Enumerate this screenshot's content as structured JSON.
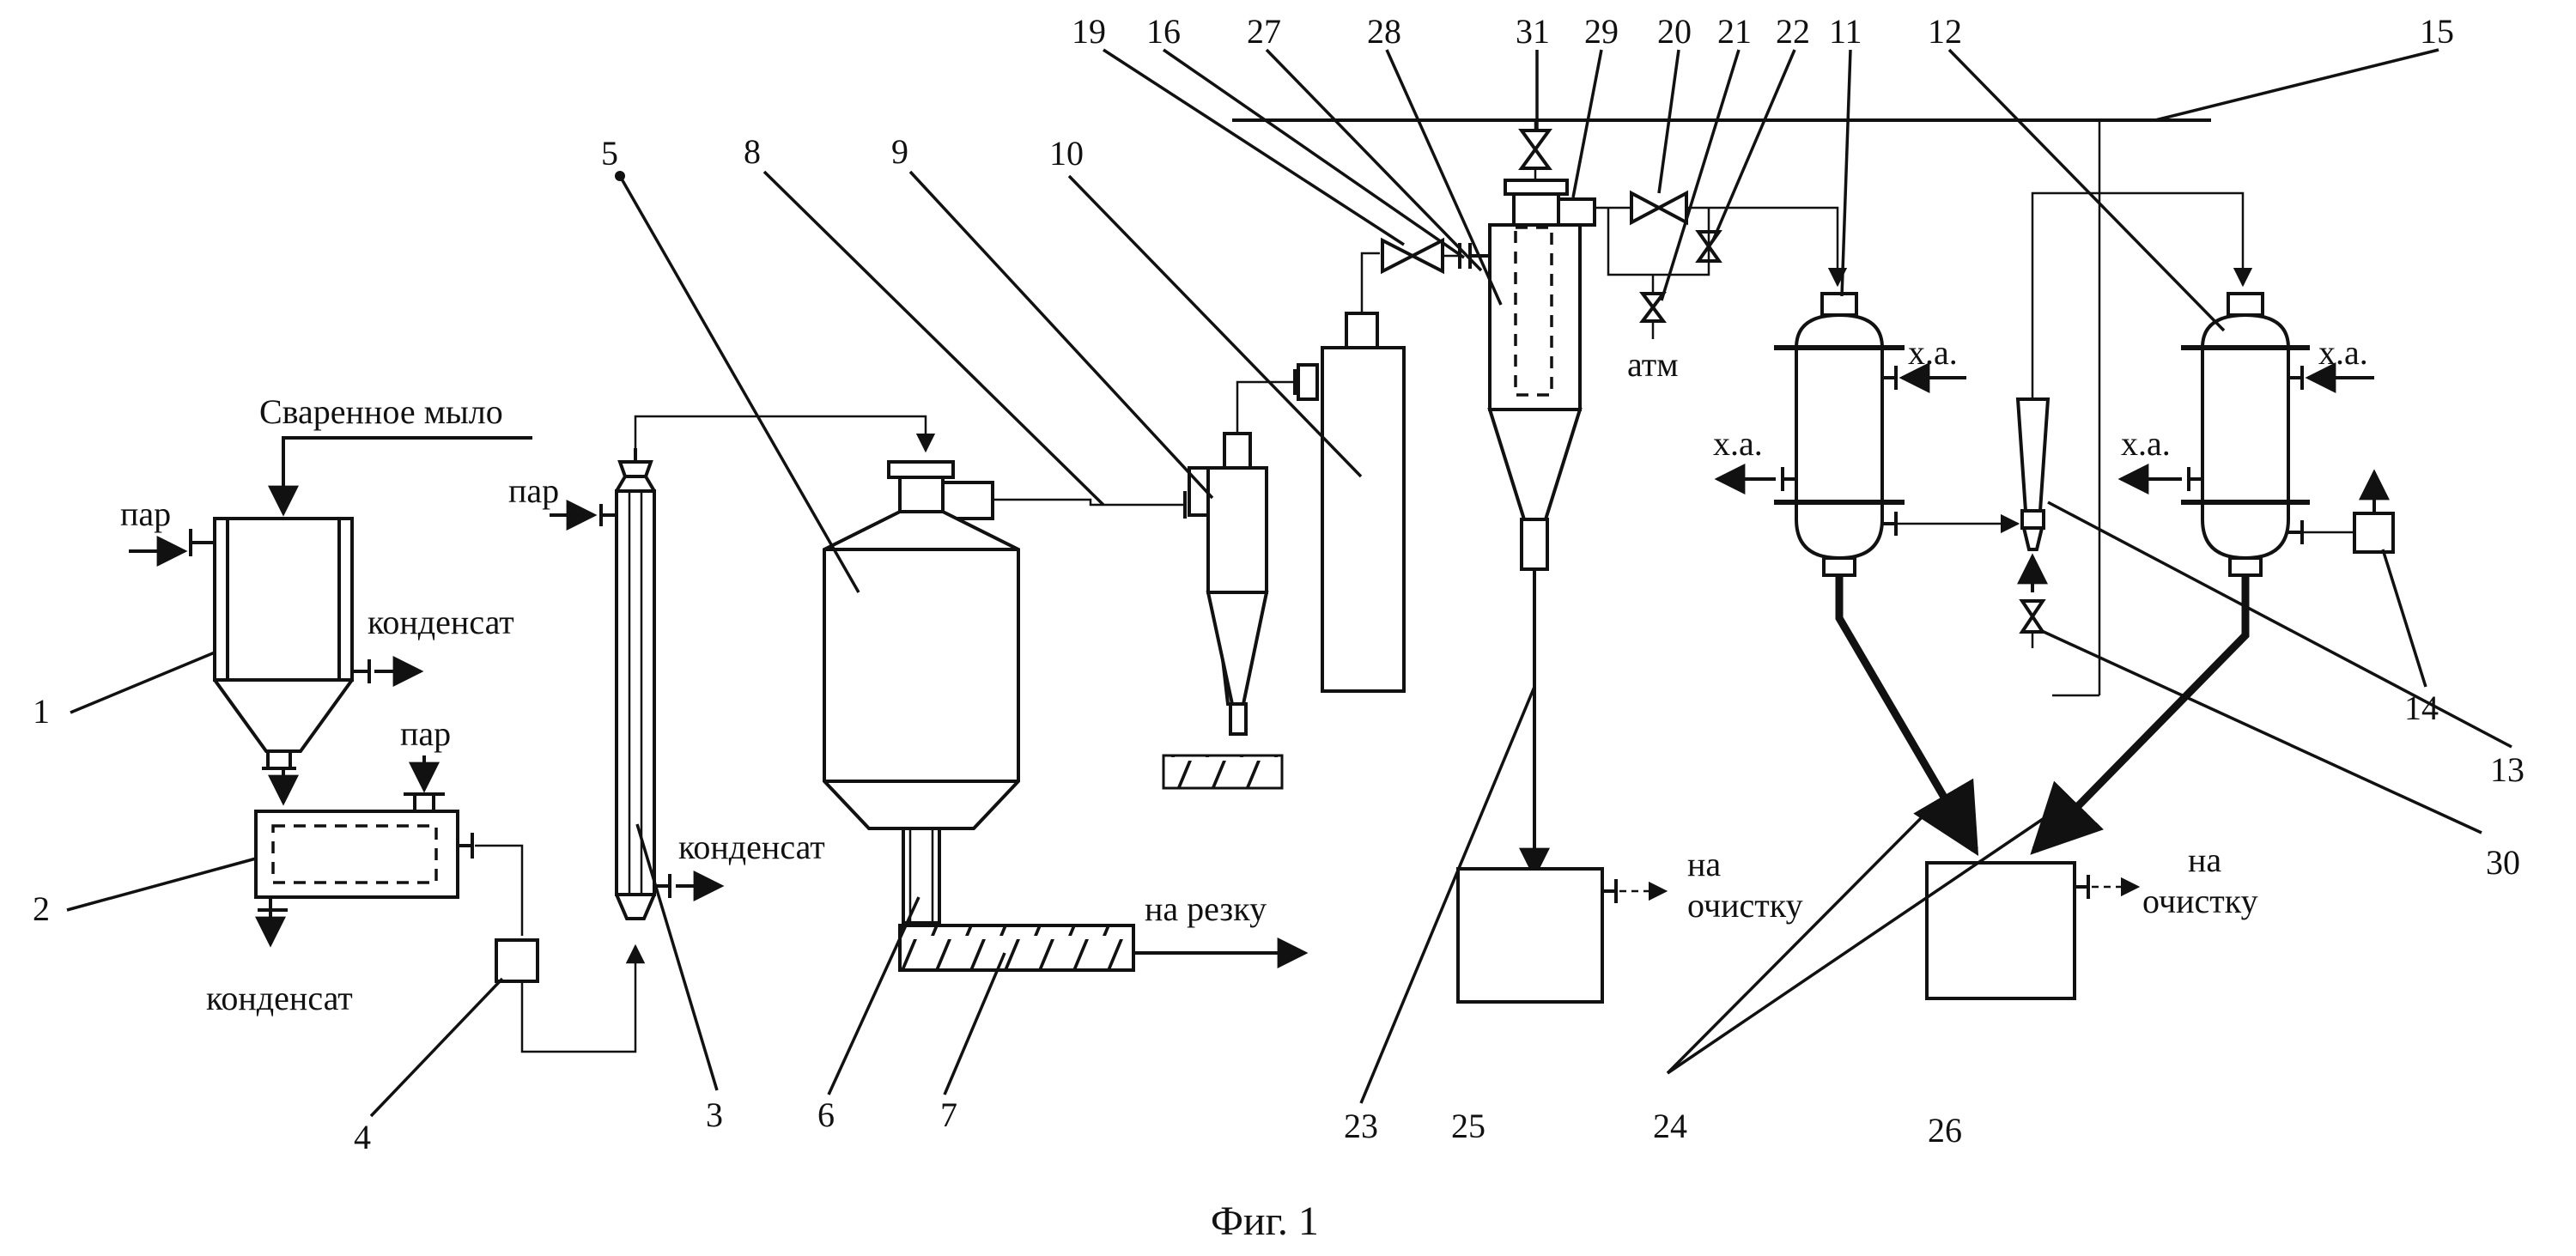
{
  "figure_caption": "Фиг. 1",
  "labels": {
    "soap": "Сваренное мыло",
    "steam": "пар",
    "condensate": "конденсат",
    "to_cutting": "на резку",
    "to_cleaning_line1": "на",
    "to_cleaning_line2": "очистку",
    "atm": "атм",
    "cold_agent": "х.а."
  },
  "numbers": [
    "1",
    "2",
    "3",
    "4",
    "5",
    "6",
    "7",
    "8",
    "9",
    "10",
    "11",
    "12",
    "13",
    "14",
    "15",
    "16",
    "19",
    "20",
    "21",
    "22",
    "23",
    "24",
    "25",
    "26",
    "27",
    "28",
    "29",
    "30",
    "31"
  ]
}
